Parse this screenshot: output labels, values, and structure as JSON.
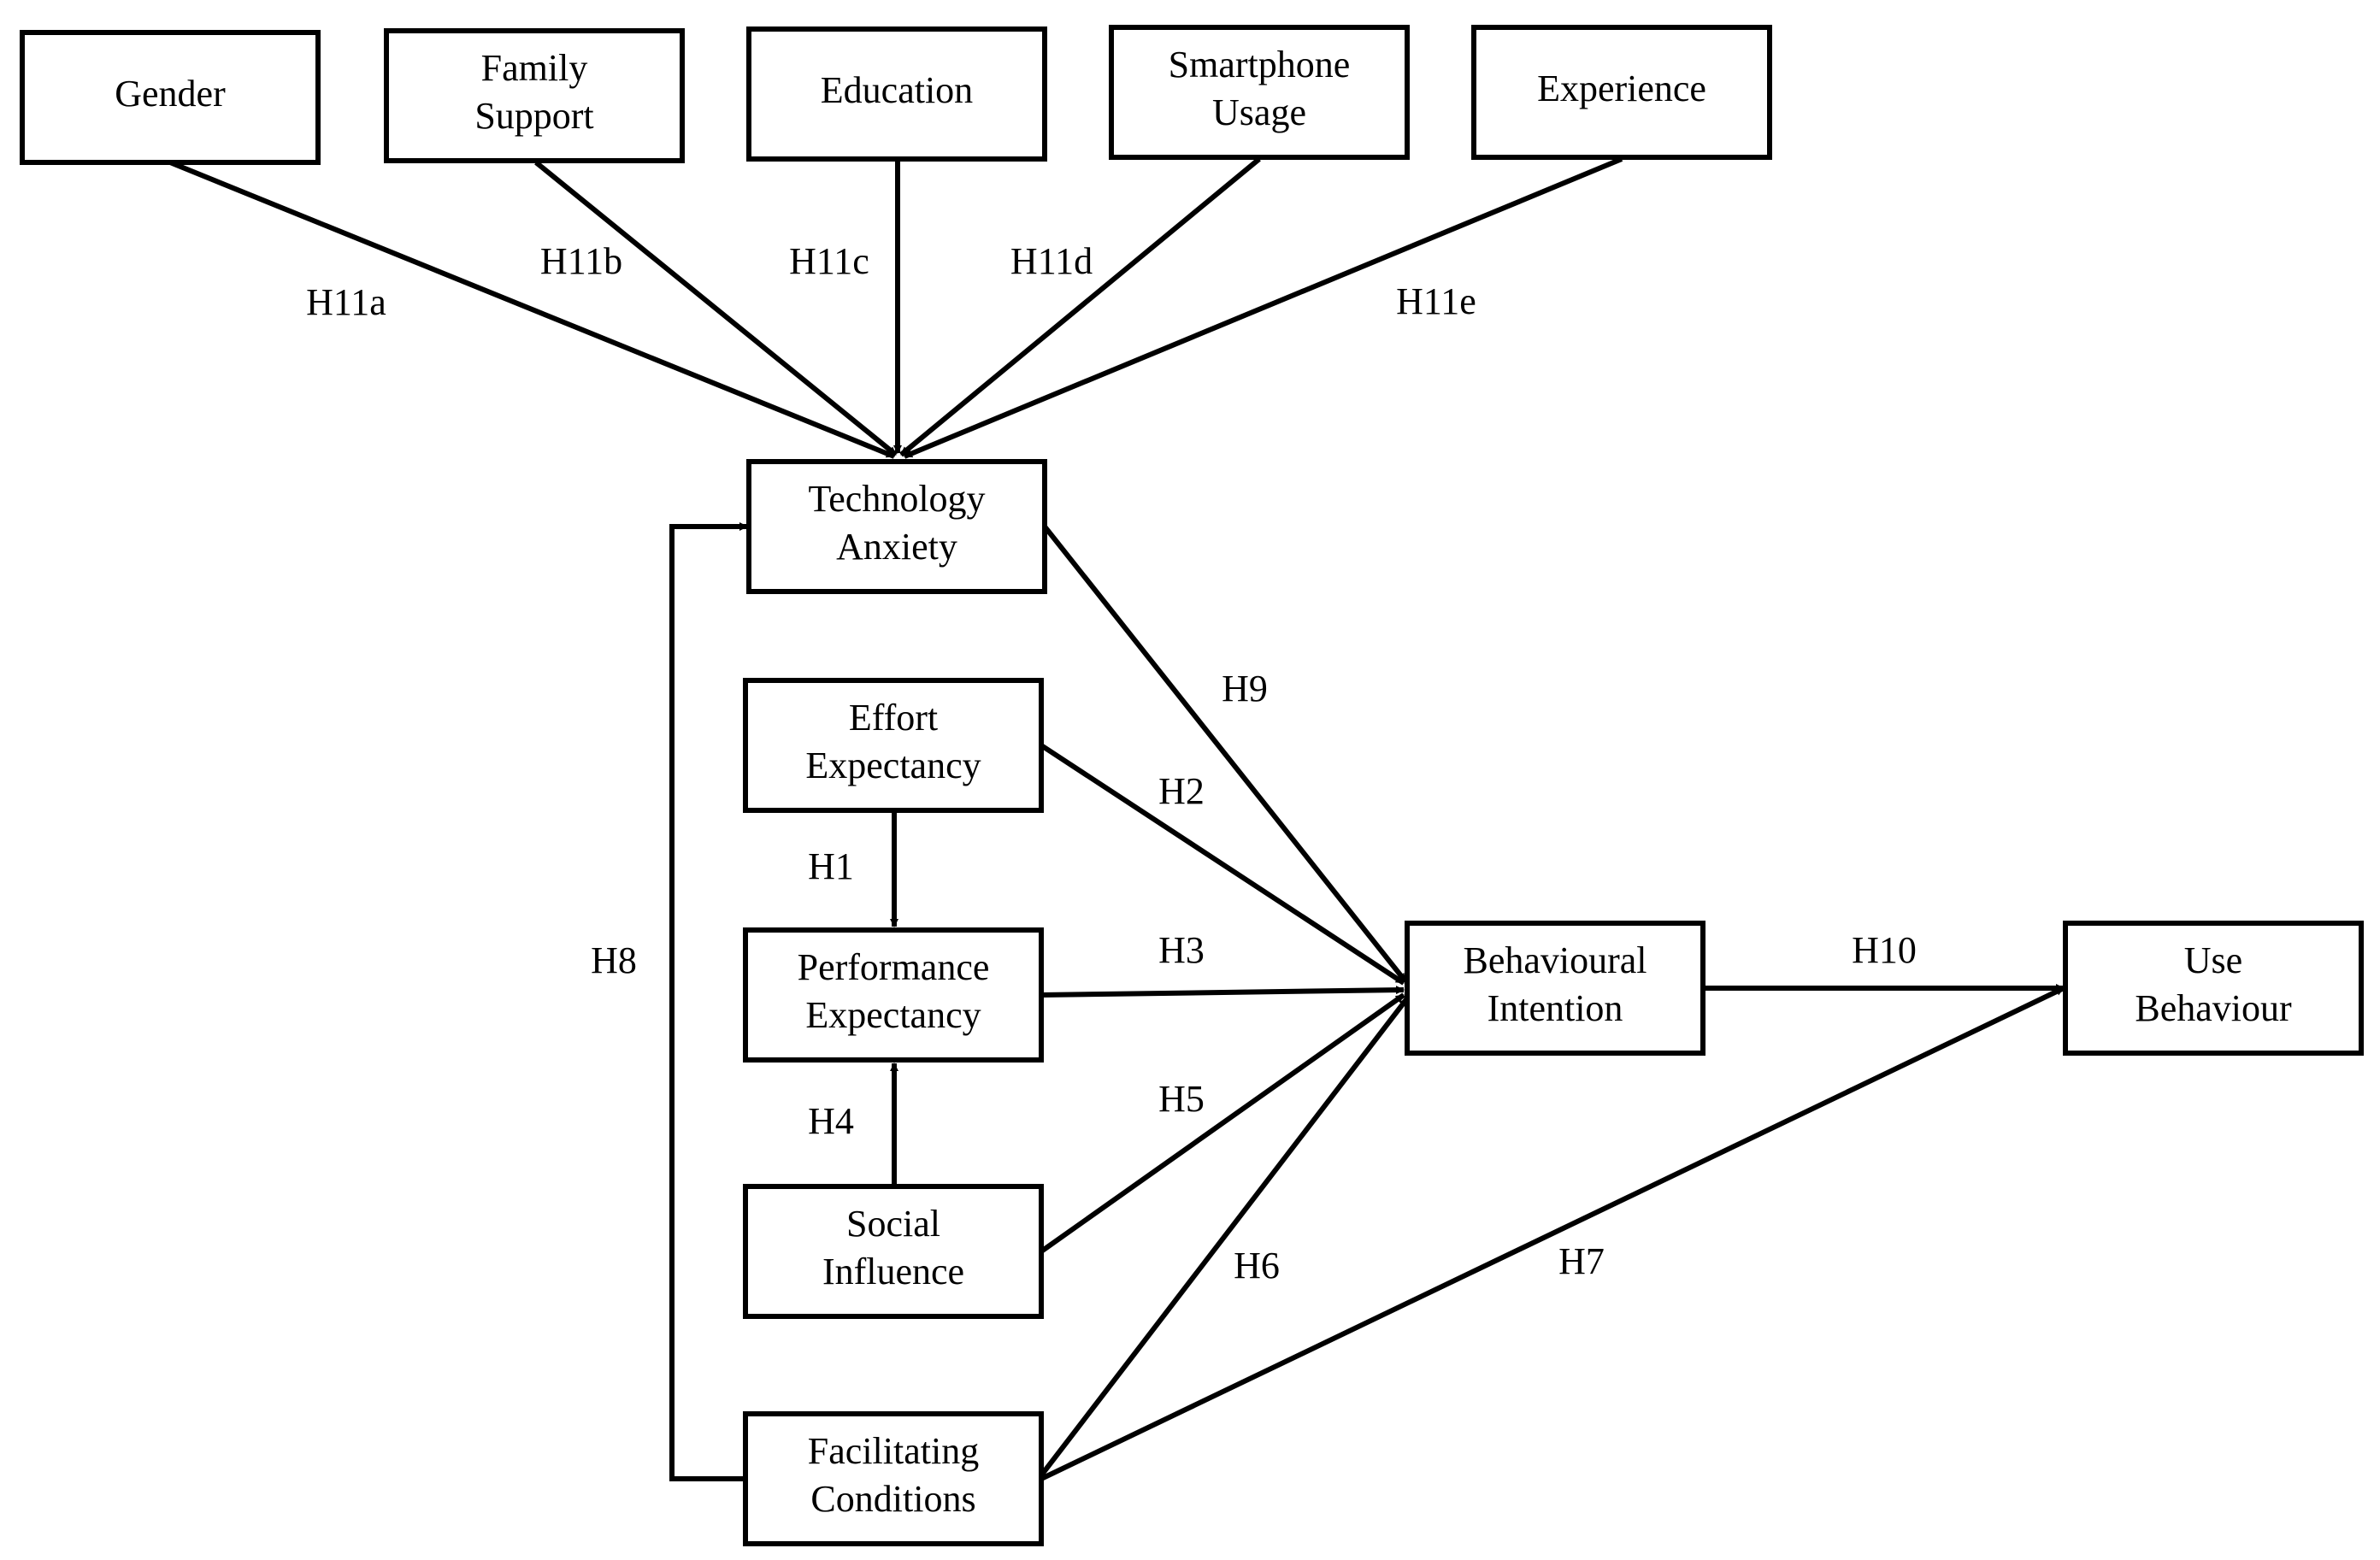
{
  "colors": {
    "stroke": "#000000",
    "background": "#ffffff"
  },
  "nodes": [
    {
      "id": "gender",
      "lines": [
        "Gender"
      ]
    },
    {
      "id": "family-support",
      "lines": [
        "Family",
        "Support"
      ]
    },
    {
      "id": "education",
      "lines": [
        "Education"
      ]
    },
    {
      "id": "smartphone-usage",
      "lines": [
        "Smartphone",
        "Usage"
      ]
    },
    {
      "id": "experience",
      "lines": [
        "Experience"
      ]
    },
    {
      "id": "technology-anxiety",
      "lines": [
        "Technology",
        "Anxiety"
      ]
    },
    {
      "id": "effort-expectancy",
      "lines": [
        "Effort",
        "Expectancy"
      ]
    },
    {
      "id": "performance-expectancy",
      "lines": [
        "Performance",
        "Expectancy"
      ]
    },
    {
      "id": "social-influence",
      "lines": [
        "Social",
        "Influence"
      ]
    },
    {
      "id": "facilitating-conditions",
      "lines": [
        "Facilitating",
        "Conditions"
      ]
    },
    {
      "id": "behavioural-intention",
      "lines": [
        "Behavioural",
        "Intention"
      ]
    },
    {
      "id": "use-behaviour",
      "lines": [
        "Use",
        "Behaviour"
      ]
    }
  ],
  "edges": [
    {
      "id": "h11a",
      "label": "H11a"
    },
    {
      "id": "h11b",
      "label": "H11b"
    },
    {
      "id": "h11c",
      "label": "H11c"
    },
    {
      "id": "h11d",
      "label": "H11d"
    },
    {
      "id": "h11e",
      "label": "H11e"
    },
    {
      "id": "h9",
      "label": "H9"
    },
    {
      "id": "h2",
      "label": "H2"
    },
    {
      "id": "h1",
      "label": "H1"
    },
    {
      "id": "h3",
      "label": "H3"
    },
    {
      "id": "h4",
      "label": "H4"
    },
    {
      "id": "h5",
      "label": "H5"
    },
    {
      "id": "h6",
      "label": "H6"
    },
    {
      "id": "h7",
      "label": "H7"
    },
    {
      "id": "h8",
      "label": "H8"
    },
    {
      "id": "h10",
      "label": "H10"
    }
  ]
}
